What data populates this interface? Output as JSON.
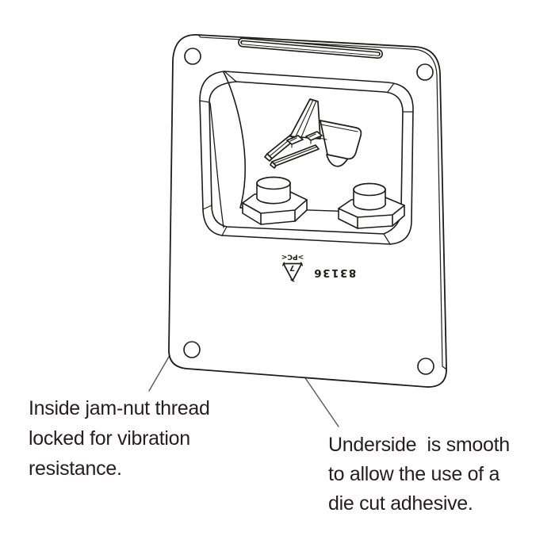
{
  "annotations": {
    "left": {
      "lines": [
        "Inside jam-nut thread",
        "locked for vibration",
        "resistance."
      ]
    },
    "right": {
      "lines": [
        "Underside  is smooth",
        "to allow the use of a",
        "die cut adhesive."
      ]
    }
  },
  "part_markings": {
    "part_number": "83136",
    "material_code": ">PC<",
    "resin_code": "7"
  },
  "colors": {
    "line": "#1d1d1b",
    "leader": "#58595b",
    "background": "#ffffff"
  }
}
